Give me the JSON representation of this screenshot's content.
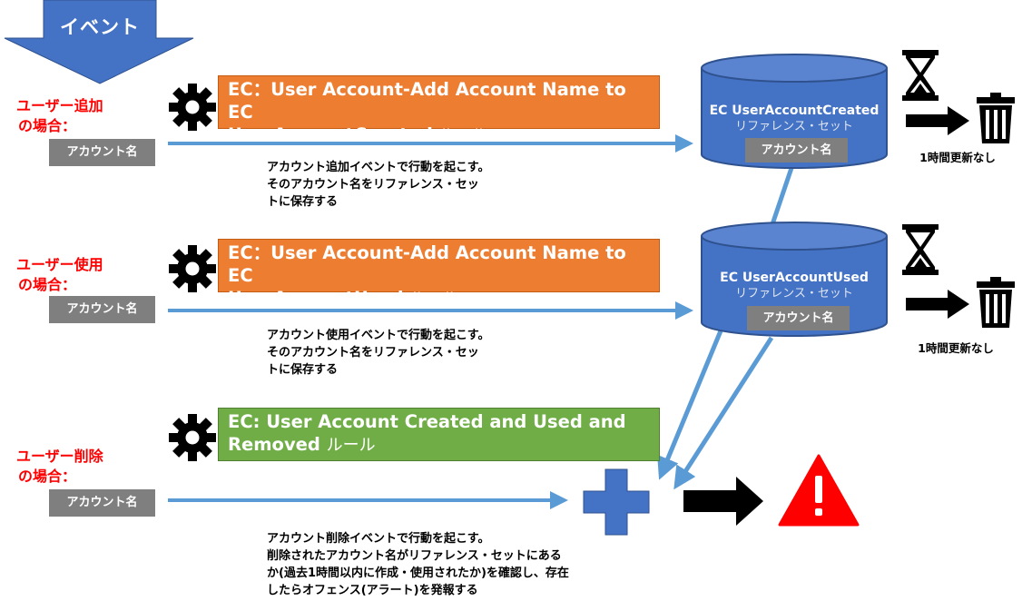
{
  "banner": {
    "label": "イベント"
  },
  "sections": [
    {
      "case_label_1": "ユーザー追加",
      "case_label_2": "の場合：",
      "account_label": "アカウント名",
      "rule_line1": "EC：User Account-Add Account Name to EC",
      "rule_line2": "UserAccountCreated",
      "rule_suffix": "ルール",
      "desc_1": "アカウント追加イベントで行動を起こす。",
      "desc_2": "そのアカウント名をリファレンス・セッ",
      "desc_3": "トに保存する"
    },
    {
      "case_label_1": "ユーザー使用",
      "case_label_2": "の場合：",
      "account_label": "アカウント名",
      "rule_line1": "EC：User Account-Add Account Name to EC",
      "rule_line2": "UserAccountUsed",
      "rule_suffix": "ルール",
      "desc_1": "アカウント使用イベントで行動を起こす。",
      "desc_2": "そのアカウント名をリファレンス・セッ",
      "desc_3": "トに保存する"
    },
    {
      "case_label_1": "ユーザー削除",
      "case_label_2": "の場合：",
      "account_label": "アカウント名",
      "rule_line1": "EC: User Account Created and Used and",
      "rule_line2": "Removed",
      "rule_suffix": "ルール",
      "desc_1": "アカウント削除イベントで行動を起こす。",
      "desc_2": "削除されたアカウント名がリファレンス・セットにある",
      "desc_3": "か(過去1時間以内に作成・使用されたか)を確認し、存在",
      "desc_4": "したらオフェンス(アラート)を発報する"
    }
  ],
  "reference_sets": [
    {
      "title": "EC UserAccountCreated",
      "subtitle": "リファレンス・セット",
      "account_label": "アカウント名",
      "expiry_label": "1時間更新なし"
    },
    {
      "title": "EC UserAccountUsed",
      "subtitle": "リファレンス・セット",
      "account_label": "アカウント名",
      "expiry_label": "1時間更新なし"
    }
  ],
  "colors": {
    "banner": "#4472c4",
    "arrow": "#5b9bd5",
    "rule_orange": "#ed7d31",
    "rule_green": "#70ad47",
    "database": "#4472c4",
    "case_label": "#ff0000",
    "alert": "#ff0000"
  },
  "icons": [
    "gear-icon",
    "hourglass-icon",
    "trash-icon",
    "plus-icon",
    "warning-icon",
    "right-arrow-icon"
  ]
}
